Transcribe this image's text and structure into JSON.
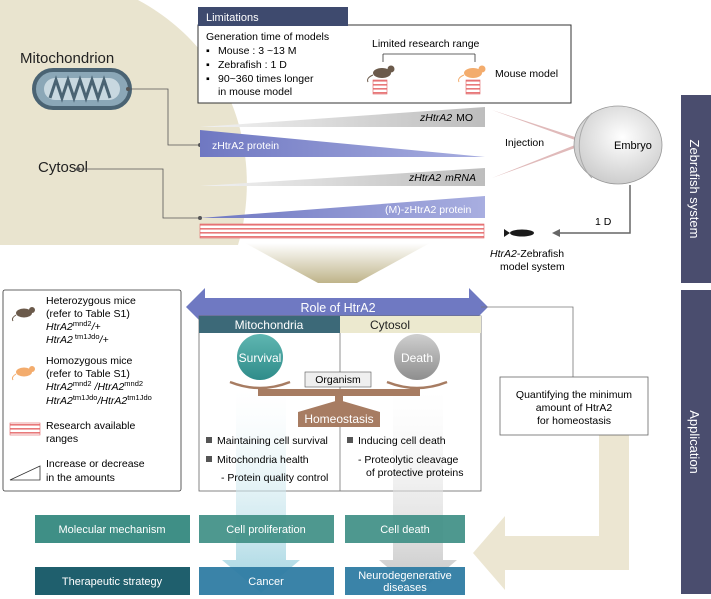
{
  "compartments": {
    "mitochondrion_label": "Mitochondrion",
    "cytosol_label": "Cytosol"
  },
  "limitations": {
    "header": "Limitations",
    "generation_title": "Generation time of models",
    "mouse_line": "Mouse : 3 ~13 M",
    "zebrafish_line": "Zebrafish : 1 D",
    "longer_line1": "90~360 times longer",
    "longer_line2": "in mouse model",
    "research_range": "Limited research range",
    "mouse_model": "Mouse model"
  },
  "wedges": {
    "mo_gene": "zHtrA2",
    "mo_suffix": "MO",
    "protein": "zHtrA2 protein",
    "mrna_gene": "zHtrA2",
    "mrna_suffix": "mRNA",
    "m_protein": "(M)-zHtrA2 protein"
  },
  "embryo": {
    "label": "Embryo",
    "injection": "Injection",
    "one_day": "1 D",
    "model_gene": "HtrA2",
    "model_line1_suffix": "-Zebrafish",
    "model_line2": "model system"
  },
  "side_labels": {
    "zebrafish_system": "Zebrafish system",
    "application": "Application"
  },
  "legend": {
    "hetero_line1": "Heterozygous mice",
    "hetero_line2": "(refer to Table S1)",
    "hetero_g1": "HtrA2",
    "hetero_g1_sup": "mnd2",
    "hetero_g1_tail": "/+",
    "hetero_g2": "HtrA2",
    "hetero_g2_sup": " tm1Jdo",
    "hetero_g2_tail": "/+",
    "homo_line1": "Homozygous mice",
    "homo_line2": "(refer to Table S1)",
    "homo_g1a": "HtrA2",
    "homo_g1a_sup": "mnd2",
    "homo_g1b": " /HtrA2",
    "homo_g1b_sup": "mnd2",
    "homo_g2a": "HtrA2",
    "homo_g2a_sup": "tm1Jdo",
    "homo_g2b": "/HtrA2",
    "homo_g2b_sup": "tm1Jdo",
    "research_line1": "Research available",
    "research_line2": "ranges",
    "amount_line1": "Increase or decrease",
    "amount_line2": "in the amounts"
  },
  "role": {
    "title": "Role of HtrA2",
    "mito_header": "Mitochondria",
    "cyto_header": "Cytosol",
    "survival": "Survival",
    "death": "Death",
    "organism": "Organism",
    "homeostasis": "Homeostasis",
    "mito_items": [
      "Maintaining cell survival",
      "Mitochondria health"
    ],
    "mito_sub": "- Protein quality control",
    "cyto_items": [
      "Inducing cell death"
    ],
    "cyto_sub1": "- Proteolytic cleavage",
    "cyto_sub2": "of protective proteins"
  },
  "quantify": {
    "line1": "Quantifying the minimum",
    "line2": "amount of HtrA2",
    "line3": "for homeostasis"
  },
  "bottom": {
    "row1": [
      "Molecular mechanism",
      "Cell proliferation",
      "Cell death"
    ],
    "row2": [
      "Therapeutic strategy",
      "Cancer",
      "Neurodegenerative",
      "diseases"
    ]
  },
  "colors": {
    "navy": "#3e4a6e",
    "teal": "#3f8f86",
    "dark_teal": "#1f5f6d",
    "blue": "#2f7ca3",
    "wedge_blue": "#7f87c8",
    "beige": "#e9e4cf",
    "brown": "#a77c62"
  }
}
